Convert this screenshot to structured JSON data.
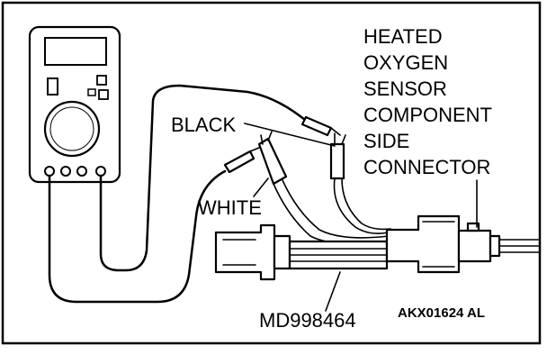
{
  "labels": {
    "sensor_lines": [
      "HEATED",
      "OXYGEN",
      "SENSOR",
      "COMPONENT",
      "SIDE",
      "CONNECTOR"
    ],
    "black": "BLACK",
    "white": "WHITE",
    "tool": "MD998464",
    "code": "AKX01624 AL"
  },
  "colors": {
    "background": "#ffffff",
    "ink": "#000000"
  }
}
